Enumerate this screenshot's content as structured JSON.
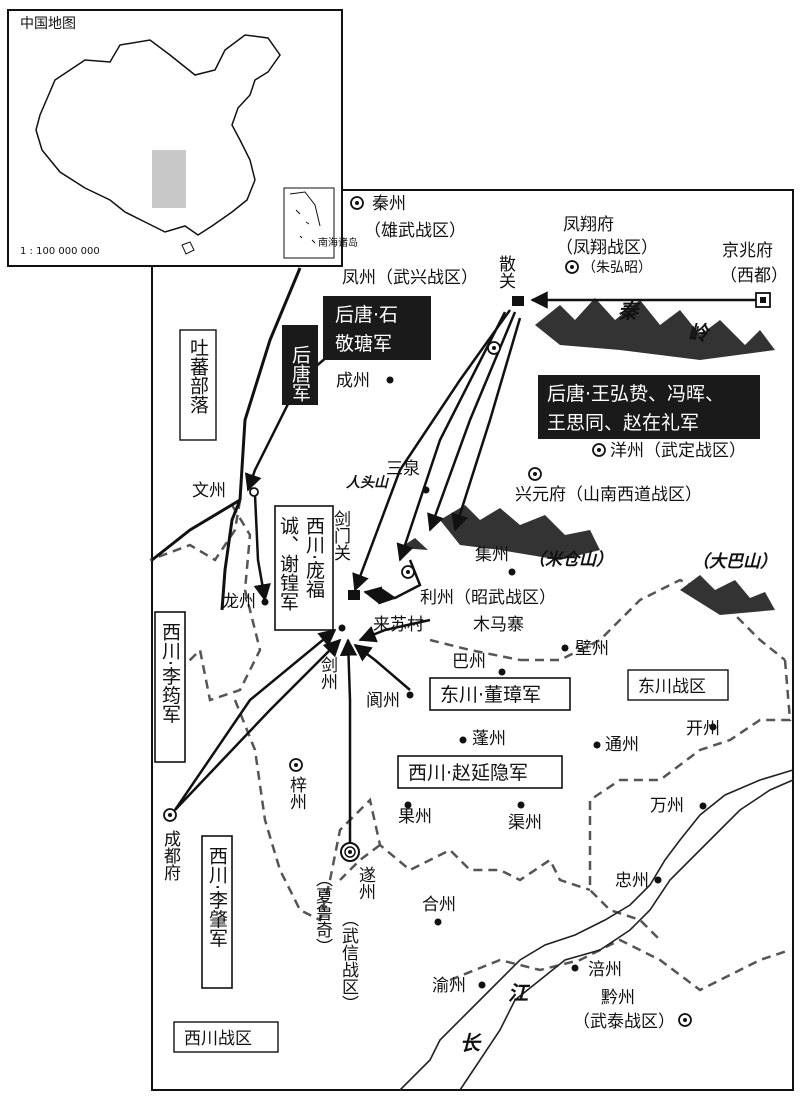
{
  "inset": {
    "title": "中国地图",
    "scale": "1 : 100 000 000",
    "south_sea": "南海诸岛"
  },
  "places": {
    "qinzhou": "秦州",
    "qinzhou_zone": "（雄武战区）",
    "fengxiang": "凤翔府",
    "fengxiang_zone": "（凤翔战区）",
    "zhuhongzhao": "（朱弘昭）",
    "jingzhao": "京兆府",
    "jingzhao_sub": "（西都）",
    "sanguan": "散关",
    "fengzhou": "凤州（武兴战区）",
    "qinling": "秦",
    "qinling2": "岭",
    "chengzhou": "成州",
    "yangzhou": "洋州（武定战区）",
    "sanquan": "三泉",
    "rentoushan": "人头山",
    "xingyuan": "兴元府（山南西道战区）",
    "wenzhou": "文州",
    "jianmenguan": "剑门关",
    "jizhou": "集州",
    "micangshan": "（米仓山）",
    "dabashan": "（大巴山）",
    "lizhou": "利州（昭武战区）",
    "longzhou": "龙州",
    "laisucun": "来苏村",
    "mumazhai": "木马寨",
    "bizhou": "壁州",
    "bazhou": "巴州",
    "dongchuan_zone": "东川战区",
    "jianzhou": "剑州",
    "langzhou": "阆州",
    "pengzhou": "蓬州",
    "tongzhou": "通州",
    "kaizhou": "开州",
    "zizhou": "梓州",
    "guozhou": "果州",
    "quzhou": "渠州",
    "wanzhou": "万州",
    "chengdu": "成都府",
    "suizhou": "遂州",
    "xialuqi": "（夏鲁奇）",
    "wuxin": "（武信战区）",
    "zhongzhou": "忠州",
    "hezhou": "合州",
    "fuzhou": "涪州",
    "yuzhou": "渝州",
    "qianzhou": "黔州",
    "wutai": "（武泰战区）",
    "jiang": "江",
    "chang": "长",
    "xichuan_zone": "西川战区",
    "tubo": "吐蕃部落"
  },
  "armies": {
    "shijingtang": [
      "后唐·石",
      "敬瑭军"
    ],
    "houtang": "后唐军",
    "wanghongzhi": [
      "后唐·王弘贽、冯晖、",
      "王思同、赵在礼军"
    ],
    "pangfu": [
      "西川·庞福",
      "诚、谢锽军"
    ],
    "liyun": "西川·李筠军",
    "dongzhang": "东川·董璋军",
    "zhaoyanyin": "西川·赵延隐军",
    "lizhao": "西川·李肇军"
  },
  "colors": {
    "ink": "#111111",
    "box": "#1a1a1a",
    "paper": "#ffffff",
    "border": "#666666"
  }
}
